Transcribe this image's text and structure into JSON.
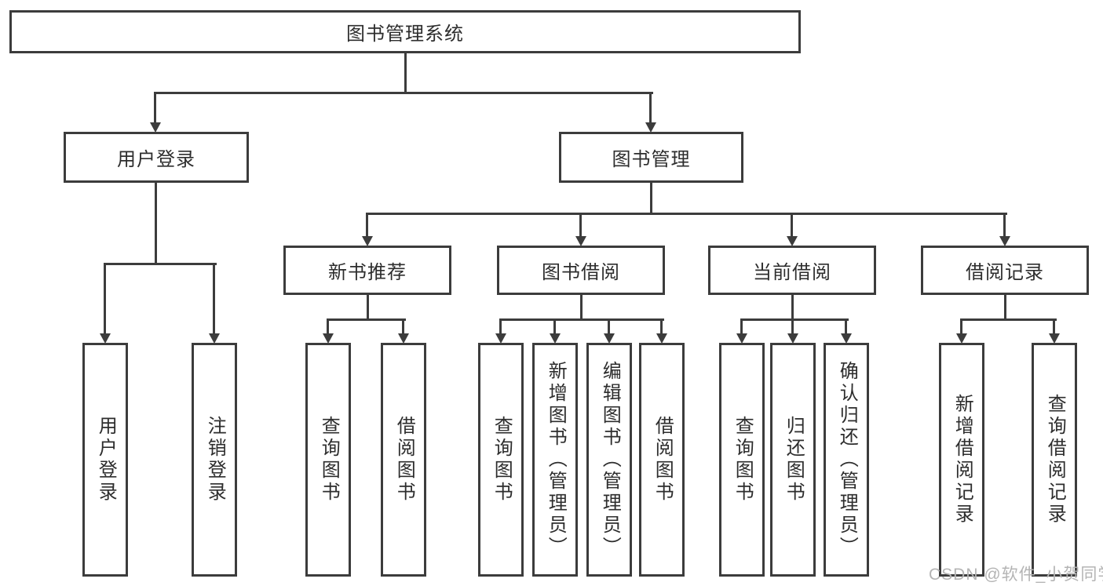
{
  "diagram_title": "图书管理系统",
  "nodes": {
    "root": "图书管理系统",
    "level2": [
      "用户登录",
      "图书管理"
    ],
    "level3": [
      "新书推荐",
      "图书借阅",
      "当前借阅",
      "借阅记录"
    ],
    "leaves_login": [
      "用户登录",
      "注销登录"
    ],
    "leaves_newbook": [
      "查询图书",
      "借阅图书"
    ],
    "leaves_borrow": [
      "查询图书",
      "新增图书（管理员）",
      "编辑图书（管理员）",
      "借阅图书"
    ],
    "leaves_current": [
      "查询图书",
      "归还图书",
      "确认归还（管理员）"
    ],
    "leaves_record": [
      "新增借阅记录",
      "查询借阅记录"
    ]
  },
  "watermark": "CSDN @软件_小贺同学",
  "colors": {
    "line": "#3c3c3c",
    "text": "#2d2d2d",
    "watermark": "#b4b4b4",
    "bg": "#ffffff"
  }
}
